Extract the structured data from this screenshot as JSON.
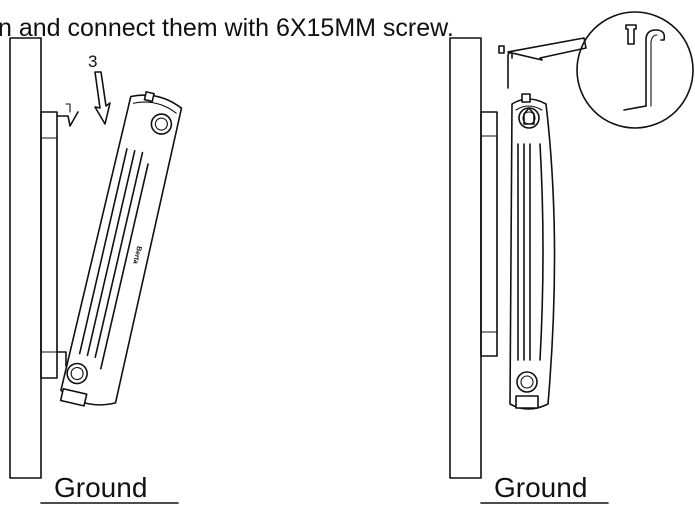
{
  "instruction": "n and connect them with 6X15MM screw.",
  "left_panel": {
    "step_label": "3",
    "ground_label": "Ground",
    "brand_mark": "Berta"
  },
  "right_panel": {
    "ground_label": "Ground"
  }
}
